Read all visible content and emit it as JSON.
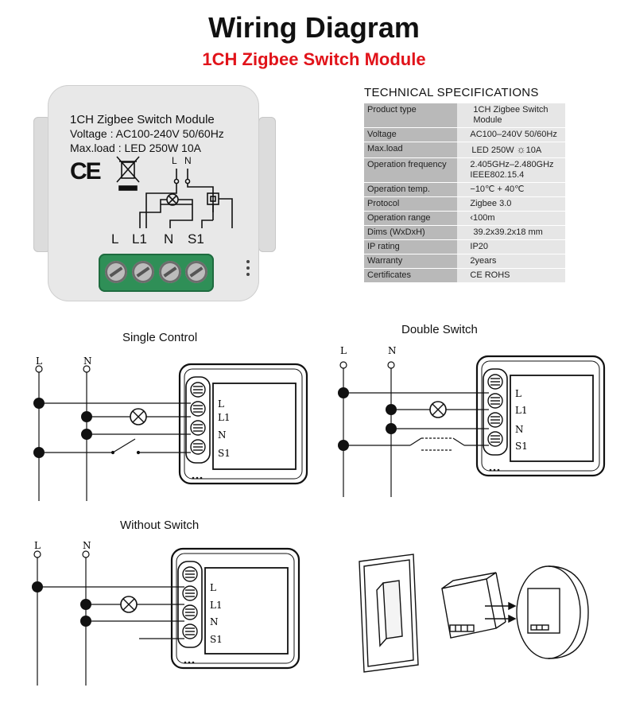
{
  "title": "Wiring Diagram",
  "subtitle": "1CH Zigbee Switch Module",
  "module": {
    "line1": "1CH Zigbee Switch Module",
    "line2": "Voltage : AC100-240V 50/60Hz",
    "line3": "Max.load : LED 250W  10A",
    "ce": "CE",
    "top_terminals": [
      "L",
      "N"
    ],
    "terminals": [
      "L",
      "L1",
      "N",
      "S1"
    ]
  },
  "specs": {
    "title": "TECHNICAL SPECIFICATIONS",
    "rows": [
      {
        "label": "Product type",
        "value": "1CH Zigbee Switch Module",
        "value2": ""
      },
      {
        "label": "Voltage",
        "value": "AC100–240V 50/60Hz",
        "value2": ""
      },
      {
        "label": "Max.load",
        "value": "LED 250W",
        "value2": "10A"
      },
      {
        "label": "Operation frequency",
        "value": "2.405GHz–2.480GHz",
        "value2": "IEEE802.15.4"
      },
      {
        "label": "Operation temp.",
        "value": "−10℃ + 40℃",
        "value2": ""
      },
      {
        "label": "Protocol",
        "value": "Zigbee  3.0",
        "value2": ""
      },
      {
        "label": "Operation range",
        "value": "‹100m",
        "value2": ""
      },
      {
        "label": "Dims (WxDxH)",
        "value": "39.2x39.2x18 mm",
        "value2": ""
      },
      {
        "label": "IP rating",
        "value": "IP20",
        "value2": ""
      },
      {
        "label": "Warranty",
        "value": "2years",
        "value2": ""
      },
      {
        "label": "Certificates",
        "value": "CE ROHS",
        "value2": ""
      }
    ]
  },
  "diagrams": {
    "single": {
      "label": "Single Control"
    },
    "double": {
      "label": "Double Switch"
    },
    "without": {
      "label": "Without Switch"
    },
    "lines": [
      "L",
      "N"
    ],
    "terminals": [
      "L",
      "L1",
      "N",
      "S1"
    ]
  },
  "colors": {
    "accent_red": "#e1131a",
    "terminal_green": "#2f8f57",
    "table_key": "#b9b9b9",
    "table_value": "#e6e6e6"
  }
}
